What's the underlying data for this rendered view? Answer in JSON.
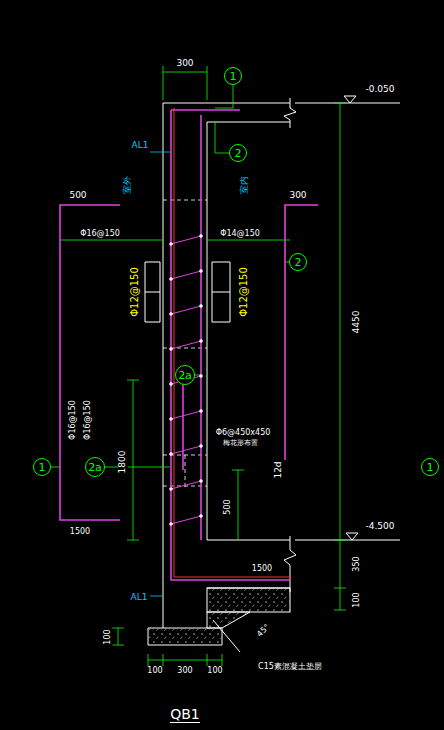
{
  "diagram": {
    "caption": "QB1",
    "nodes": [
      {
        "text": [
          "1"
        ]
      },
      {
        "text": [
          "2"
        ]
      },
      {
        "text": [
          "2"
        ]
      },
      {
        "text": [
          "2a"
        ]
      },
      {
        "text": [
          "1"
        ]
      },
      {
        "text": [
          "2a"
        ]
      },
      {
        "text": [
          "1"
        ]
      }
    ],
    "labels": [
      "300",
      "-0.050",
      "AL1",
      "室外",
      "室内",
      "500",
      "300",
      "Φ16@150",
      "Φ14@150",
      "Φ12@150",
      "Φ12@150",
      "4450",
      "Φ16@150",
      "Φ16@150",
      "1800",
      "Φ6@450x450",
      "梅花形布置",
      "12d",
      "500",
      "-4.500",
      "1500",
      "1500",
      "350",
      "100",
      "AL1",
      "100",
      "100",
      "300",
      "100",
      "45°",
      "C15素混凝土垫层"
    ]
  }
}
